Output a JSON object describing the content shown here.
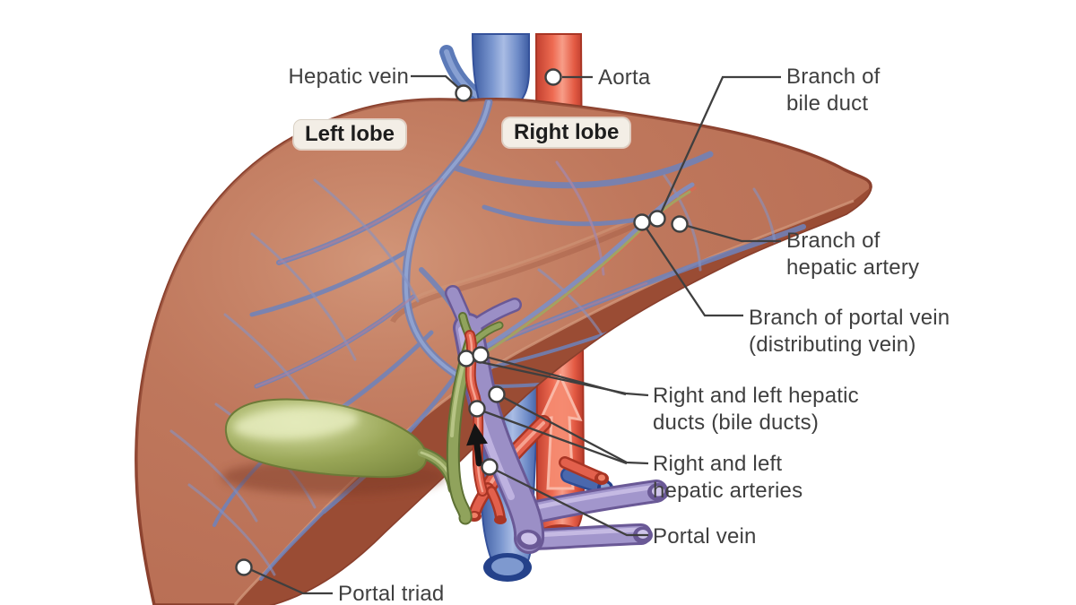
{
  "figure": {
    "description": "Anatomical diagram of the liver showing lobes, vessels and the portal triad",
    "labels": {
      "hepatic_vein": {
        "text": "Hepatic vein"
      },
      "aorta": {
        "text": "Aorta"
      },
      "branch_bile_duct": {
        "line1": "Branch of",
        "line2": "bile duct"
      },
      "branch_hepatic_artery": {
        "line1": "Branch of",
        "line2": "hepatic artery"
      },
      "branch_portal_vein": {
        "line1": "Branch of portal vein",
        "line2": "(distributing vein)"
      },
      "hepatic_ducts": {
        "line1": "Right and left hepatic",
        "line2": "ducts (bile ducts)"
      },
      "hepatic_arteries": {
        "line1": "Right and left",
        "line2": "hepatic arteries"
      },
      "portal_vein": {
        "text": "Portal vein"
      },
      "portal_triad": {
        "text": "Portal triad"
      }
    },
    "region_badges": {
      "left_lobe": "Left lobe",
      "right_lobe": "Right lobe"
    },
    "colors": {
      "background": "#ffffff",
      "liver_base": "#b96f55",
      "liver_dark_band": "#9a4c34",
      "liver_outline": "#8a3f2c",
      "liver_highlight": "#dca88a",
      "vein_blue": "#6d83bd",
      "vena_cava_blue": "#5c7ab8",
      "aorta_red": "#e2604c",
      "portal_purple": "#9b8fc6",
      "bile_duct_green": "#90a35c",
      "gallbladder_green": "#9aa758",
      "label_text": "#3f3f3f",
      "leader_line": "#3f3f3f",
      "anchor_dot_fill": "#ffffff",
      "badge_bg": "#f3eee6",
      "flow_arrow": "#141414"
    }
  }
}
